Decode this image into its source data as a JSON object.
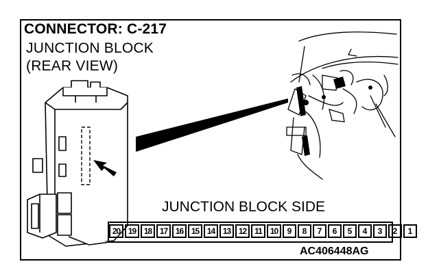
{
  "header": {
    "title": "CONNECTOR: C-217",
    "line1": "JUNCTION BLOCK",
    "line2": "(REAR VIEW)"
  },
  "connector_label": "JUNCTION BLOCK SIDE",
  "pins": [
    "20",
    "19",
    "18",
    "17",
    "16",
    "15",
    "14",
    "13",
    "12",
    "11",
    "10",
    "9",
    "8",
    "7",
    "6",
    "5",
    "4",
    "3",
    "2",
    "1"
  ],
  "figure_code": "AC406448AG"
}
